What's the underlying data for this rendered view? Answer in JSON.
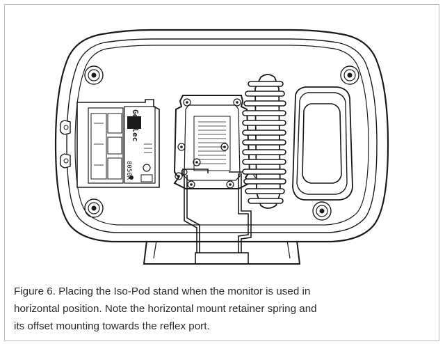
{
  "figure": {
    "panel_label_text": "Genelec",
    "model_text": "8050A"
  },
  "caption": {
    "lines": [
      "Figure 6. Placing the Iso-Pod stand when the monitor is used in",
      "horizontal position. Note the horizontal mount retainer spring and",
      "its offset mounting towards the reflex port."
    ]
  },
  "colors": {
    "line": "#1a1a1a",
    "caption_text": "#2b2b2b",
    "border": "#bcbcbc"
  }
}
